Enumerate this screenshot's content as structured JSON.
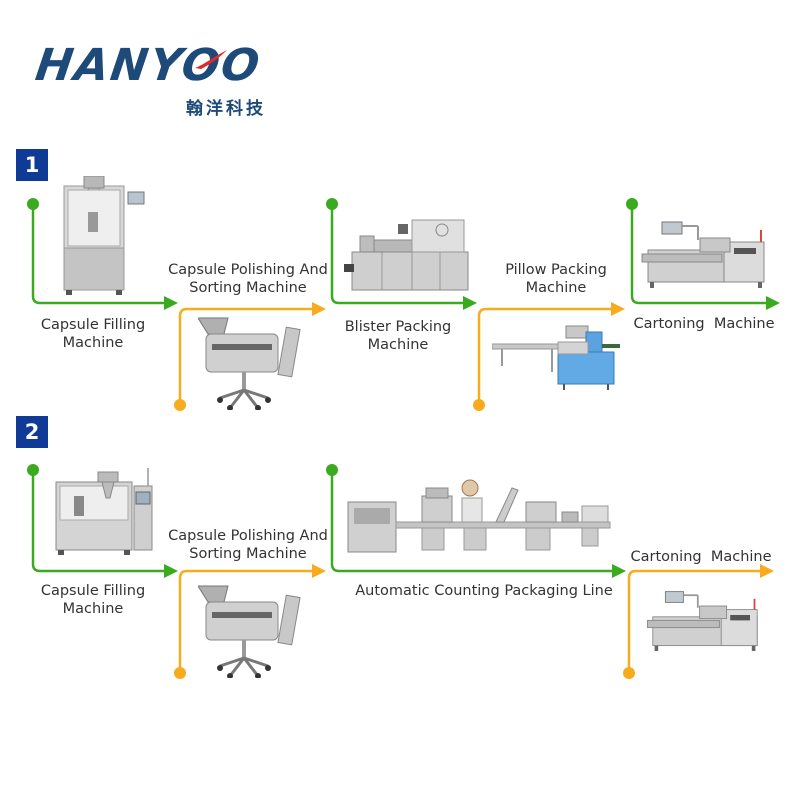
{
  "brand": {
    "name": "HANYOO",
    "subtitle_cn": "翰洋科技",
    "colors": {
      "primary": "#1d4a79",
      "accent": "#e02a2a"
    }
  },
  "colors": {
    "badge": "#0f3b97",
    "green_line": "#3aaa1f",
    "orange_line": "#f7ab1d",
    "text": "#333333"
  },
  "process_lines": [
    {
      "number": "1",
      "steps": [
        {
          "label_line1": "Capsule Filling",
          "label_line2": "Machine",
          "line_color": "green"
        },
        {
          "label_line1": "Capsule Polishing And",
          "label_line2": "Sorting Machine",
          "line_color": "orange"
        },
        {
          "label_line1": "Blister Packing",
          "label_line2": "Machine",
          "line_color": "green"
        },
        {
          "label_line1": "Pillow Packing",
          "label_line2": "Machine",
          "line_color": "orange"
        },
        {
          "label_line1": "Cartoning  Machine",
          "label_line2": "",
          "line_color": "green"
        }
      ]
    },
    {
      "number": "2",
      "steps": [
        {
          "label_line1": "Capsule Filling",
          "label_line2": "Machine",
          "line_color": "green"
        },
        {
          "label_line1": "Capsule Polishing And",
          "label_line2": "Sorting Machine",
          "line_color": "orange"
        },
        {
          "label_line1": "Automatic Counting Packaging Line",
          "label_line2": "",
          "line_color": "green"
        },
        {
          "label_line1": "Cartoning  Machine",
          "label_line2": "",
          "line_color": "orange"
        }
      ]
    }
  ]
}
